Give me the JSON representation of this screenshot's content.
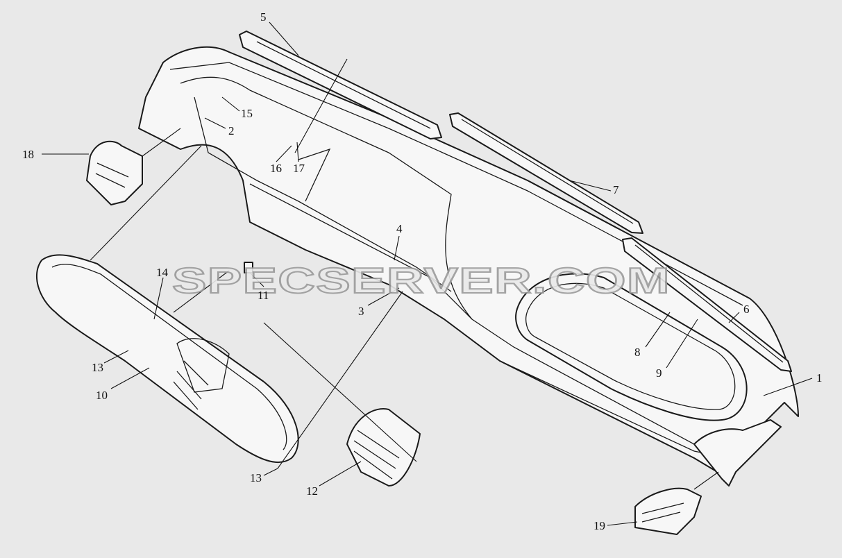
{
  "watermark": "SPECSERVER.COM",
  "callouts": {
    "c1": "1",
    "c2": "2",
    "c3": "3",
    "c4": "4",
    "c5": "5",
    "c6": "6",
    "c7": "7",
    "c8": "8",
    "c9": "9",
    "c10": "10",
    "c11": "11",
    "c12": "12",
    "c13a": "13",
    "c13b": "13",
    "c14": "14",
    "c15": "15",
    "c16": "16",
    "c17": "17",
    "c18": "18",
    "c19": "19"
  }
}
